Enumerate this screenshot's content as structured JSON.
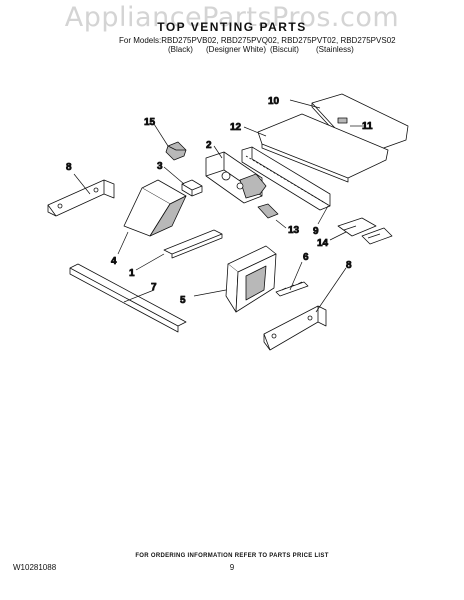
{
  "watermark": "AppliancePartsPros.com",
  "header": {
    "title": "TOP VENTING PARTS",
    "models_line": "For Models:RBD275PVB02, RBD275PVQ02, RBD275PVT02, RBD275PVS02",
    "finishes": [
      "(Black)",
      "(Designer White)",
      "(Biscuit)",
      "(Stainless)"
    ]
  },
  "callouts": [
    "10",
    "12",
    "11",
    "15",
    "2",
    "3",
    "8",
    "13",
    "9",
    "14",
    "4",
    "1",
    "6",
    "8",
    "7",
    "5"
  ],
  "footer": {
    "note": "FOR ORDERING INFORMATION REFER TO PARTS PRICE LIST",
    "doc_number": "W10281088",
    "page_number": "9"
  },
  "colors": {
    "line": "#111111",
    "part_fill": "#ffffff",
    "shade": "#b8b8b8",
    "watermark": "#d4d4d4"
  }
}
